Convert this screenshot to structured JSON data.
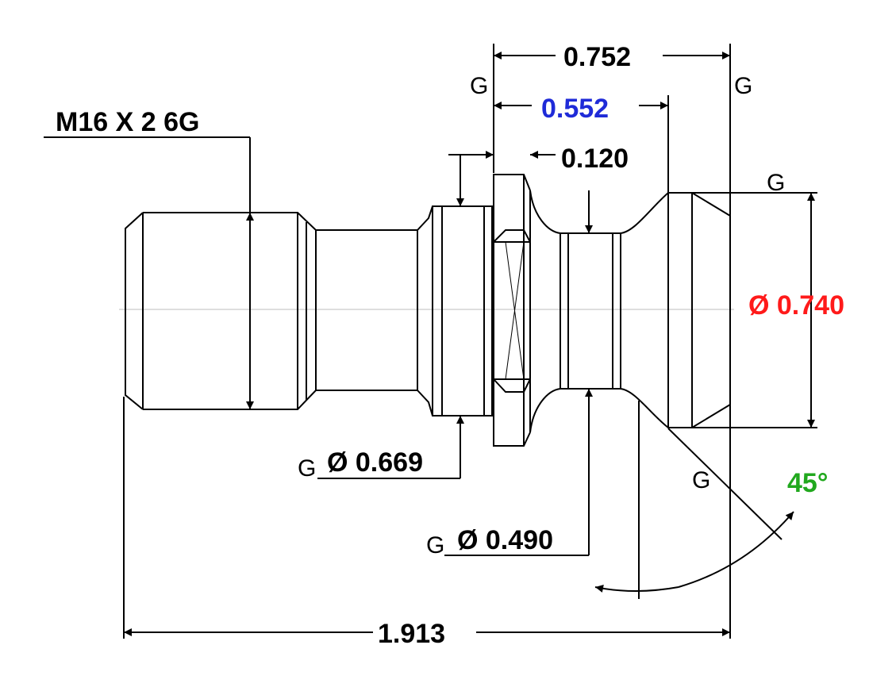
{
  "drawing": {
    "thread_callout": "M16 X 2 6G",
    "dim_overall_length": "1.913",
    "dim_top_length": "0.752",
    "dim_mid_length": "0.552",
    "dim_flange_width": "0.120",
    "dim_head_diameter": "Ø 0.740",
    "dim_collar_diameter": "Ø 0.669",
    "dim_neck_diameter": "Ø 0.490",
    "dim_angle": "45°",
    "datum_marks": [
      "G",
      "G",
      "G",
      "G",
      "G",
      "G"
    ]
  },
  "colors": {
    "line": "#000000",
    "background": "#ffffff",
    "centerline": "#bdbdbd",
    "highlight_blue": "#1f2bd8",
    "highlight_red": "#ff1a1a",
    "highlight_green": "#21a81e"
  }
}
